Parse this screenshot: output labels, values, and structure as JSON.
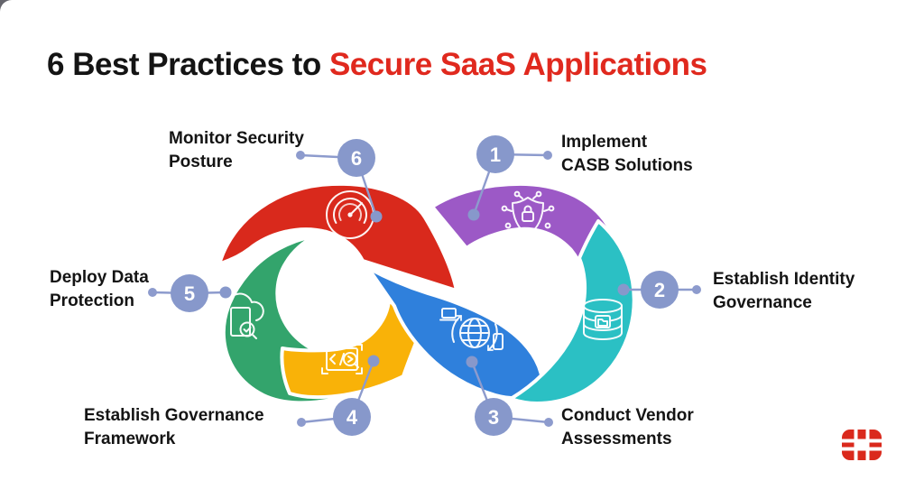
{
  "title": {
    "prefix": "6 Best Practices to ",
    "highlight": "Secure SaaS Applications"
  },
  "steps": [
    {
      "num": "1",
      "line1": "Implement",
      "line2": "CASB Solutions",
      "icon": "shield-lock-casb-icon",
      "color": "#9C59C6"
    },
    {
      "num": "2",
      "line1": "Establish Identity",
      "line2": "Governance",
      "icon": "database-icon",
      "color": "#2BC0C4"
    },
    {
      "num": "3",
      "line1": "Conduct Vendor",
      "line2": "Assessments",
      "icon": "globe-devices-icon",
      "color": "#2F80DC"
    },
    {
      "num": "4",
      "line1": "Establish Governance",
      "line2": "Framework",
      "icon": "code-review-icon",
      "color": "#F9B208"
    },
    {
      "num": "5",
      "line1": "Deploy Data",
      "line2": "Protection",
      "icon": "cloud-document-icon",
      "color": "#33A46C"
    },
    {
      "num": "6",
      "line1": "Monitor Security",
      "line2": "Posture",
      "icon": "gauge-icon",
      "color": "#D9291C"
    }
  ],
  "colors": {
    "red": "#D9291C",
    "green": "#33A46C",
    "yellow": "#F9B208",
    "purple": "#9C59C6",
    "blue": "#2F80DC",
    "teal": "#2BC0C4",
    "connector": "#8798CB",
    "title_highlight": "#E0291E",
    "text": "#141414",
    "background": "#FFFFFF",
    "logo_red": "#DA291C"
  },
  "logo": {
    "name": "fortinet-logo-mark"
  }
}
